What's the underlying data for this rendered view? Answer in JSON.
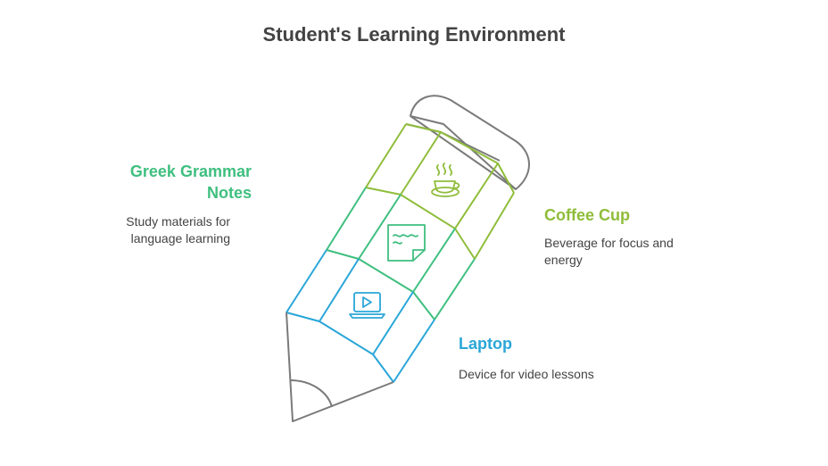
{
  "title": "Student's Learning Environment",
  "colors": {
    "outline": "#7a7a7a",
    "coffee": "#8fbd3a",
    "notes": "#3fbf7f",
    "laptop": "#2aa6d8",
    "text": "#434343"
  },
  "items": [
    {
      "id": "coffee",
      "title": "Coffee Cup",
      "description": "Beverage for focus and energy",
      "icon": "coffee-cup-icon",
      "color": "#8fbd3a"
    },
    {
      "id": "notes",
      "title_line1": "Greek Grammar",
      "title_line2": "Notes",
      "description_line1": "Study materials for",
      "description_line2": "language learning",
      "icon": "notes-icon",
      "color": "#3fbf7f"
    },
    {
      "id": "laptop",
      "title": "Laptop",
      "description": "Device for video lessons",
      "icon": "laptop-play-icon",
      "color": "#2aa6d8"
    }
  ]
}
